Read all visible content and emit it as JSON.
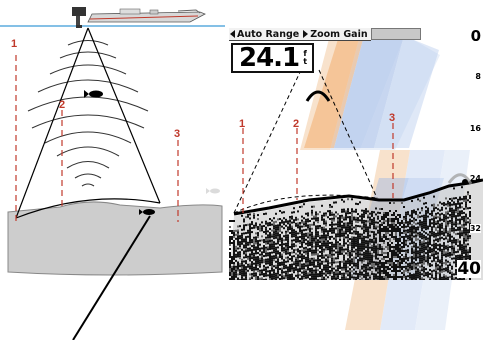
{
  "left_diagram": {
    "zone_labels": [
      "1",
      "2",
      "3"
    ]
  },
  "sonar_display": {
    "toolbar": {
      "auto_range_label": "Auto Range",
      "zoom_gain_label": "Zoom Gain"
    },
    "depth": {
      "value": "24.1",
      "unit": "ft"
    },
    "zone_labels": [
      "1",
      "2",
      "3"
    ],
    "scale": {
      "top": "0",
      "ticks": [
        "8",
        "16",
        "24",
        "32"
      ],
      "bottom": "40"
    }
  },
  "colors": {
    "water_line": "#3b9bd6",
    "bottom_fill": "#cdcdcd",
    "zone_marker": "#c0392b",
    "watermark_orange": "#f2a45a",
    "watermark_blue": "#9db8e6"
  }
}
